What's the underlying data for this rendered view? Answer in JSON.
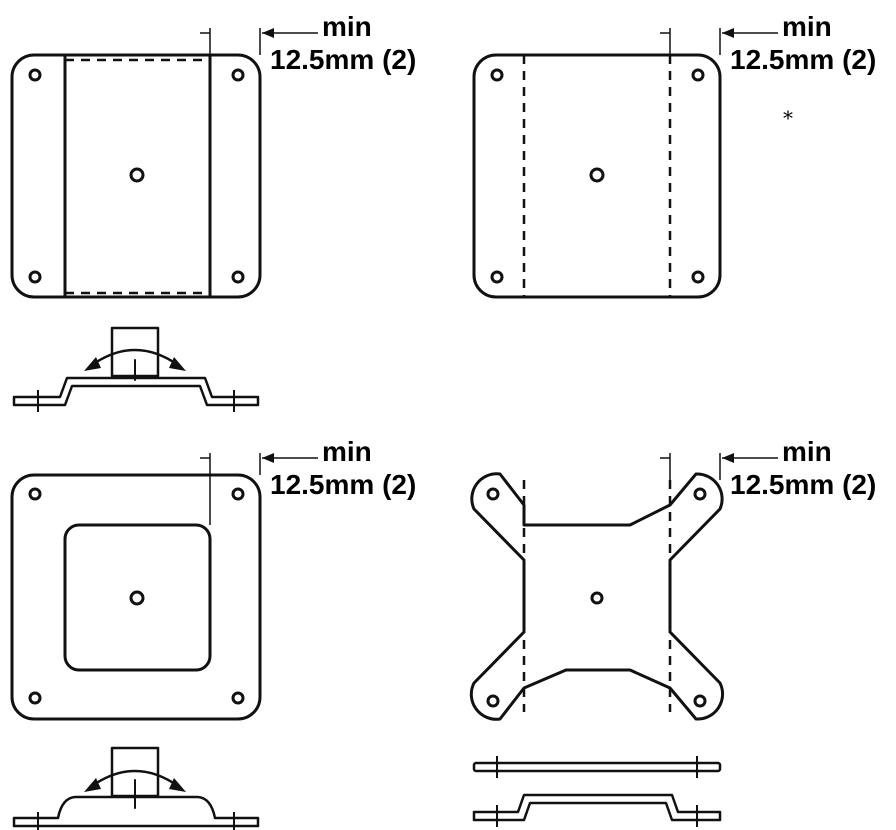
{
  "panels": [
    {
      "id": "top-left",
      "line1": "min",
      "line2": "12.5mm (2)"
    },
    {
      "id": "top-right",
      "line1": "min",
      "line2": "12.5mm (2)"
    },
    {
      "id": "bottom-left",
      "line1": "min",
      "line2": "12.5mm (2)"
    },
    {
      "id": "bottom-right",
      "line1": "min",
      "line2": "12.5mm (2)"
    }
  ],
  "footnote_marker": "*",
  "colors": {
    "line": "#111111",
    "background": "#ffffff"
  }
}
